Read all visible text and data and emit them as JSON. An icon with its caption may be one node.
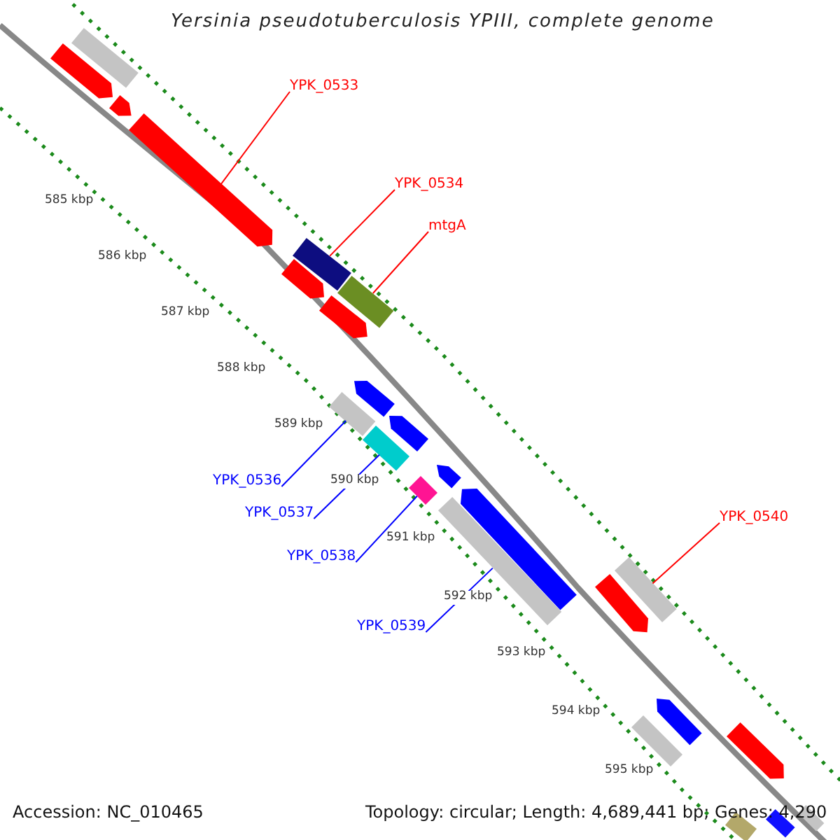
{
  "diagram": {
    "title": "Yersinia pseudotuberculosis YPIII, complete genome",
    "nodes": [
      {
        "text": [],
        "shape": "bar"
      },
      {
        "text": [],
        "shape": "arrow"
      },
      {
        "text": [],
        "shape": "arrow"
      },
      {
        "text": [
          "YPK_0533"
        ]
      },
      {
        "text": [],
        "shape": "arrow"
      },
      {
        "text": [
          "YPK_0534"
        ]
      },
      {
        "text": [
          "mtgA"
        ]
      },
      {
        "text": [],
        "shape": "bar"
      },
      {
        "text": [],
        "shape": "arrow"
      },
      {
        "text": [],
        "shape": "bar"
      },
      {
        "text": [],
        "shape": "arrow"
      },
      {
        "text": [],
        "shape": "arrow"
      },
      {
        "text": [],
        "shape": "bar"
      },
      {
        "text": [],
        "shape": "arrow"
      },
      {
        "text": [],
        "shape": "bar"
      },
      {
        "text": [
          "YPK_0536"
        ]
      },
      {
        "text": [
          "YPK_0537"
        ]
      },
      {
        "text": [],
        "shape": "arrow"
      },
      {
        "text": [],
        "shape": "bar"
      },
      {
        "text": [],
        "shape": "arrow"
      },
      {
        "text": [],
        "shape": "bar"
      },
      {
        "text": [
          "YPK_0538"
        ]
      },
      {
        "text": [
          "YPK_0540"
        ]
      },
      {
        "text": [],
        "shape": "bar"
      },
      {
        "text": [],
        "shape": "arrow"
      },
      {
        "text": [
          "YPK_0539"
        ]
      },
      {
        "text": [],
        "shape": "arrow"
      },
      {
        "text": [],
        "shape": "bar"
      },
      {
        "text": [],
        "shape": "arrow"
      },
      {
        "text": [],
        "shape": "bar"
      },
      {
        "text": [],
        "shape": "bar"
      },
      {
        "text": [],
        "shape": "bar"
      }
    ],
    "edges": [
      {
        "from": 3,
        "to": 4,
        "arrow": "none",
        "color": "#ff0000"
      },
      {
        "from": 5,
        "to": 7,
        "arrow": "none",
        "color": "#ff0000"
      },
      {
        "from": 6,
        "to": 9,
        "arrow": "none",
        "color": "#ff0000"
      },
      {
        "from": 15,
        "to": 12,
        "arrow": "none",
        "color": "#0000ff"
      },
      {
        "from": 16,
        "to": 14,
        "arrow": "none",
        "color": "#0000ff"
      },
      {
        "from": 21,
        "to": 18,
        "arrow": "none",
        "color": "#0000ff"
      },
      {
        "from": 25,
        "to": 20,
        "arrow": "none",
        "color": "#0000ff"
      },
      {
        "from": 22,
        "to": 23,
        "arrow": "none",
        "color": "#ff0000"
      }
    ],
    "labels": [
      "585 kbp",
      "586 kbp",
      "587 kbp",
      "588 kbp",
      "589 kbp",
      "590 kbp",
      "591 kbp",
      "592 kbp",
      "593 kbp",
      "594 kbp",
      "595 kbp",
      "Accession: NC_010465",
      "Topology: circular; Length: 4,689,441 bp; Genes: 4,290"
    ]
  }
}
